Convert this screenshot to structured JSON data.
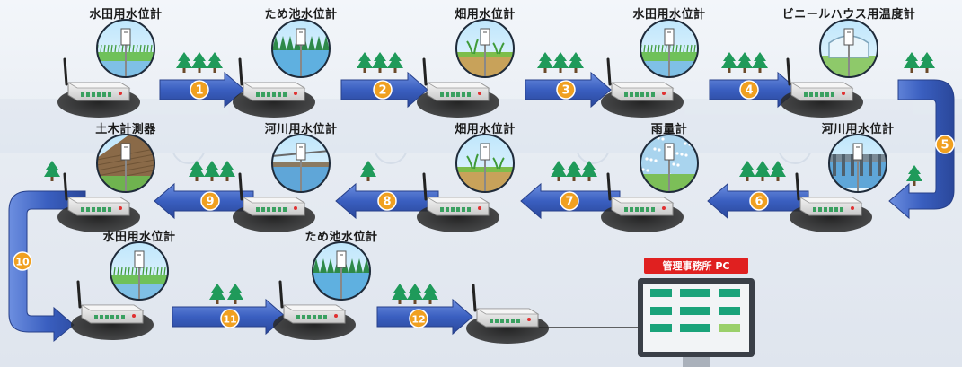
{
  "nodes": [
    {
      "label": "水田用水位計",
      "scene": "paddy",
      "row": 1
    },
    {
      "label": "ため池水位計",
      "scene": "pond",
      "row": 1
    },
    {
      "label": "畑用水位計",
      "scene": "field",
      "row": 1
    },
    {
      "label": "水田用水位計",
      "scene": "paddy",
      "row": 1
    },
    {
      "label": "ビニールハウス用温度計",
      "scene": "greenhouse",
      "row": 1
    },
    {
      "label": "河川用水位計",
      "scene": "river_gate",
      "row": 2
    },
    {
      "label": "雨量計",
      "scene": "rain",
      "row": 2
    },
    {
      "label": "畑用水位計",
      "scene": "field",
      "row": 2
    },
    {
      "label": "河川用水位計",
      "scene": "river",
      "row": 2
    },
    {
      "label": "土木計測器",
      "scene": "slope",
      "row": 2
    },
    {
      "label": "水田用水位計",
      "scene": "paddy",
      "row": 3
    },
    {
      "label": "ため池水位計",
      "scene": "pond",
      "row": 3
    }
  ],
  "hops": [
    "1",
    "2",
    "3",
    "4",
    "5",
    "6",
    "7",
    "8",
    "9",
    "10",
    "11",
    "12"
  ],
  "office": {
    "label": "管理事務所 PC"
  },
  "colors": {
    "arrow": "#3a5fc0",
    "badge": "#f0a020",
    "label_bg": "#e02020",
    "screen_tile": "#1aa37a",
    "screen_tile_alt": "#9bd06a",
    "tree": "#1f9a5a"
  }
}
